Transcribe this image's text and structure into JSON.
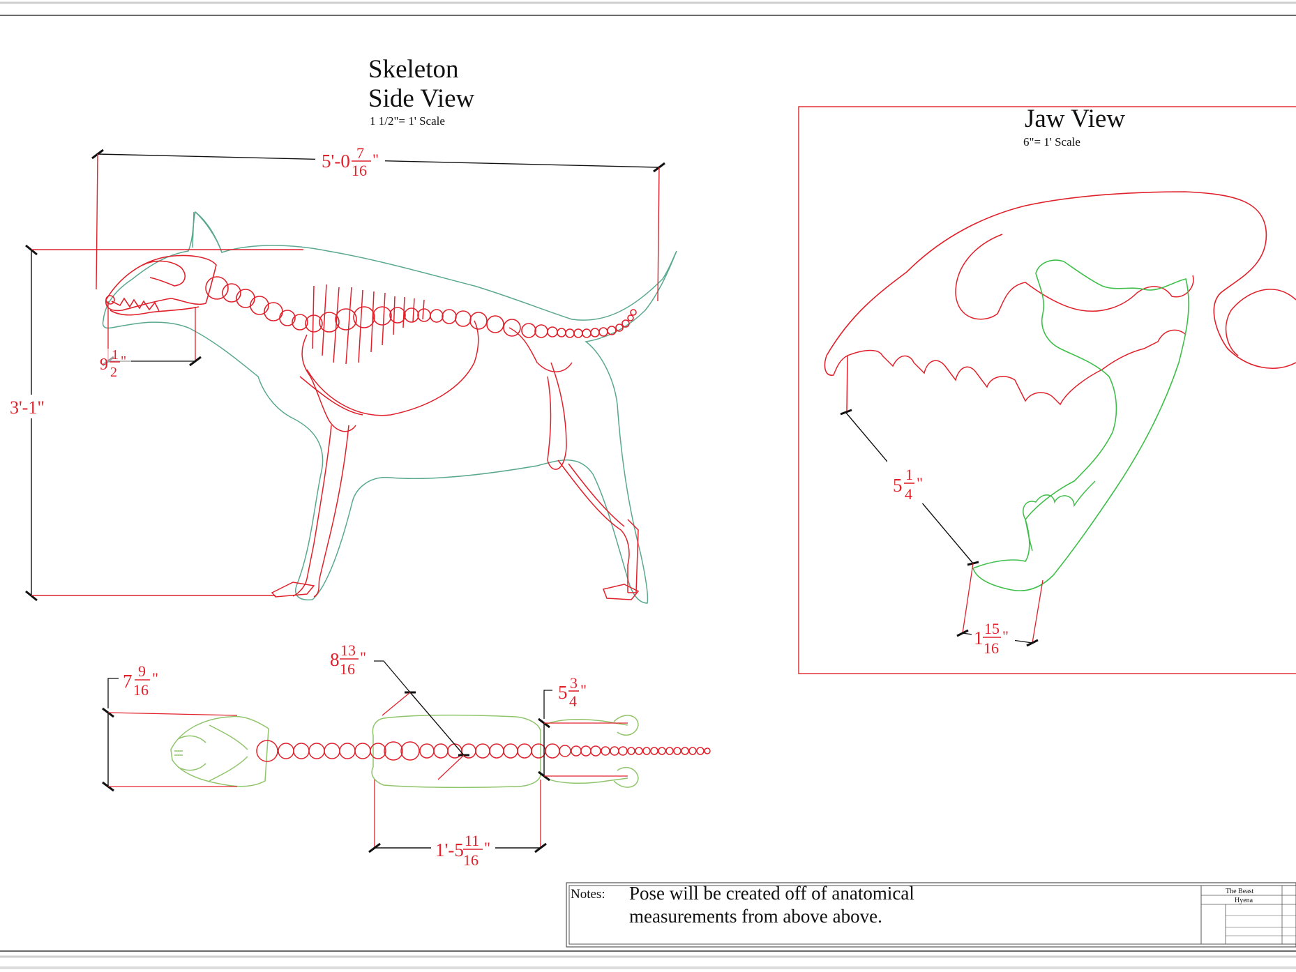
{
  "skeleton_view": {
    "title_line1": "Skeleton",
    "title_line2": "Side View",
    "scale": "1 1/2\"= 1' Scale"
  },
  "jaw_view": {
    "title": "Jaw View",
    "scale": "6\"= 1' Scale"
  },
  "dimensions": {
    "overall_length": {
      "whole": "5'-0",
      "num": "7",
      "den": "16",
      "unit": "\""
    },
    "height": {
      "text": "3'-1\""
    },
    "head_drop": {
      "whole": "9",
      "num": "1",
      "den": "2",
      "unit": "\""
    },
    "jaw_gape": {
      "whole": "5",
      "num": "1",
      "den": "4",
      "unit": "\""
    },
    "canine": {
      "whole": "1",
      "num": "15",
      "den": "16",
      "unit": "\""
    },
    "skull_width": {
      "whole": "7",
      "num": "9",
      "den": "16",
      "unit": "\""
    },
    "rib_diagonal": {
      "whole": "8",
      "num": "13",
      "den": "16",
      "unit": "\""
    },
    "hip_width": {
      "whole": "5",
      "num": "3",
      "den": "4",
      "unit": "\""
    },
    "torso_length": {
      "whole": "1'-5",
      "num": "11",
      "den": "16",
      "unit": "\""
    }
  },
  "notes": {
    "label": "Notes:",
    "line1": "Pose will be created off of anatomical",
    "line2": "measurements from above above."
  },
  "title_block": {
    "title": "The Beast",
    "subject": "Hyena"
  },
  "colors": {
    "skeleton": "#e0212b",
    "outline": "#5aa88f",
    "top_view": "#8fc46a",
    "jaw_lower": "#3fbf4a"
  }
}
